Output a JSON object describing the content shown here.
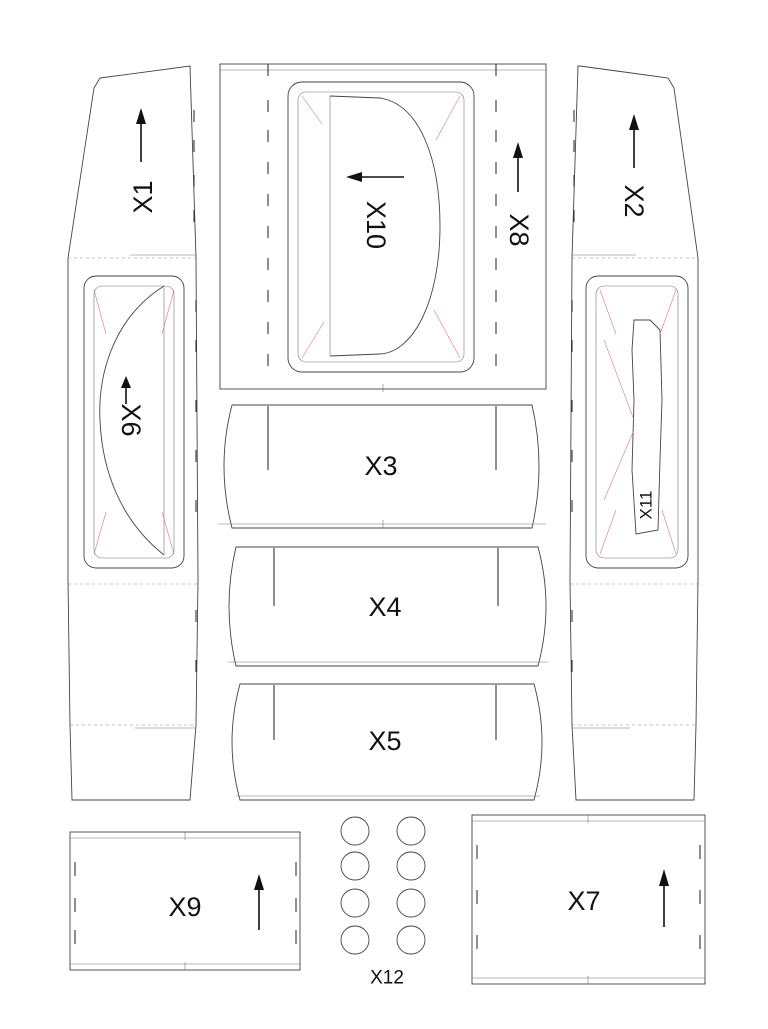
{
  "parts": {
    "x1": "X1",
    "x2": "X2",
    "x3": "X3",
    "x4": "X4",
    "x5": "X5",
    "x6": "X6",
    "x7": "X7",
    "x8": "X8",
    "x9": "X9",
    "x10": "X10",
    "x11": "X11",
    "x12": "X12"
  }
}
